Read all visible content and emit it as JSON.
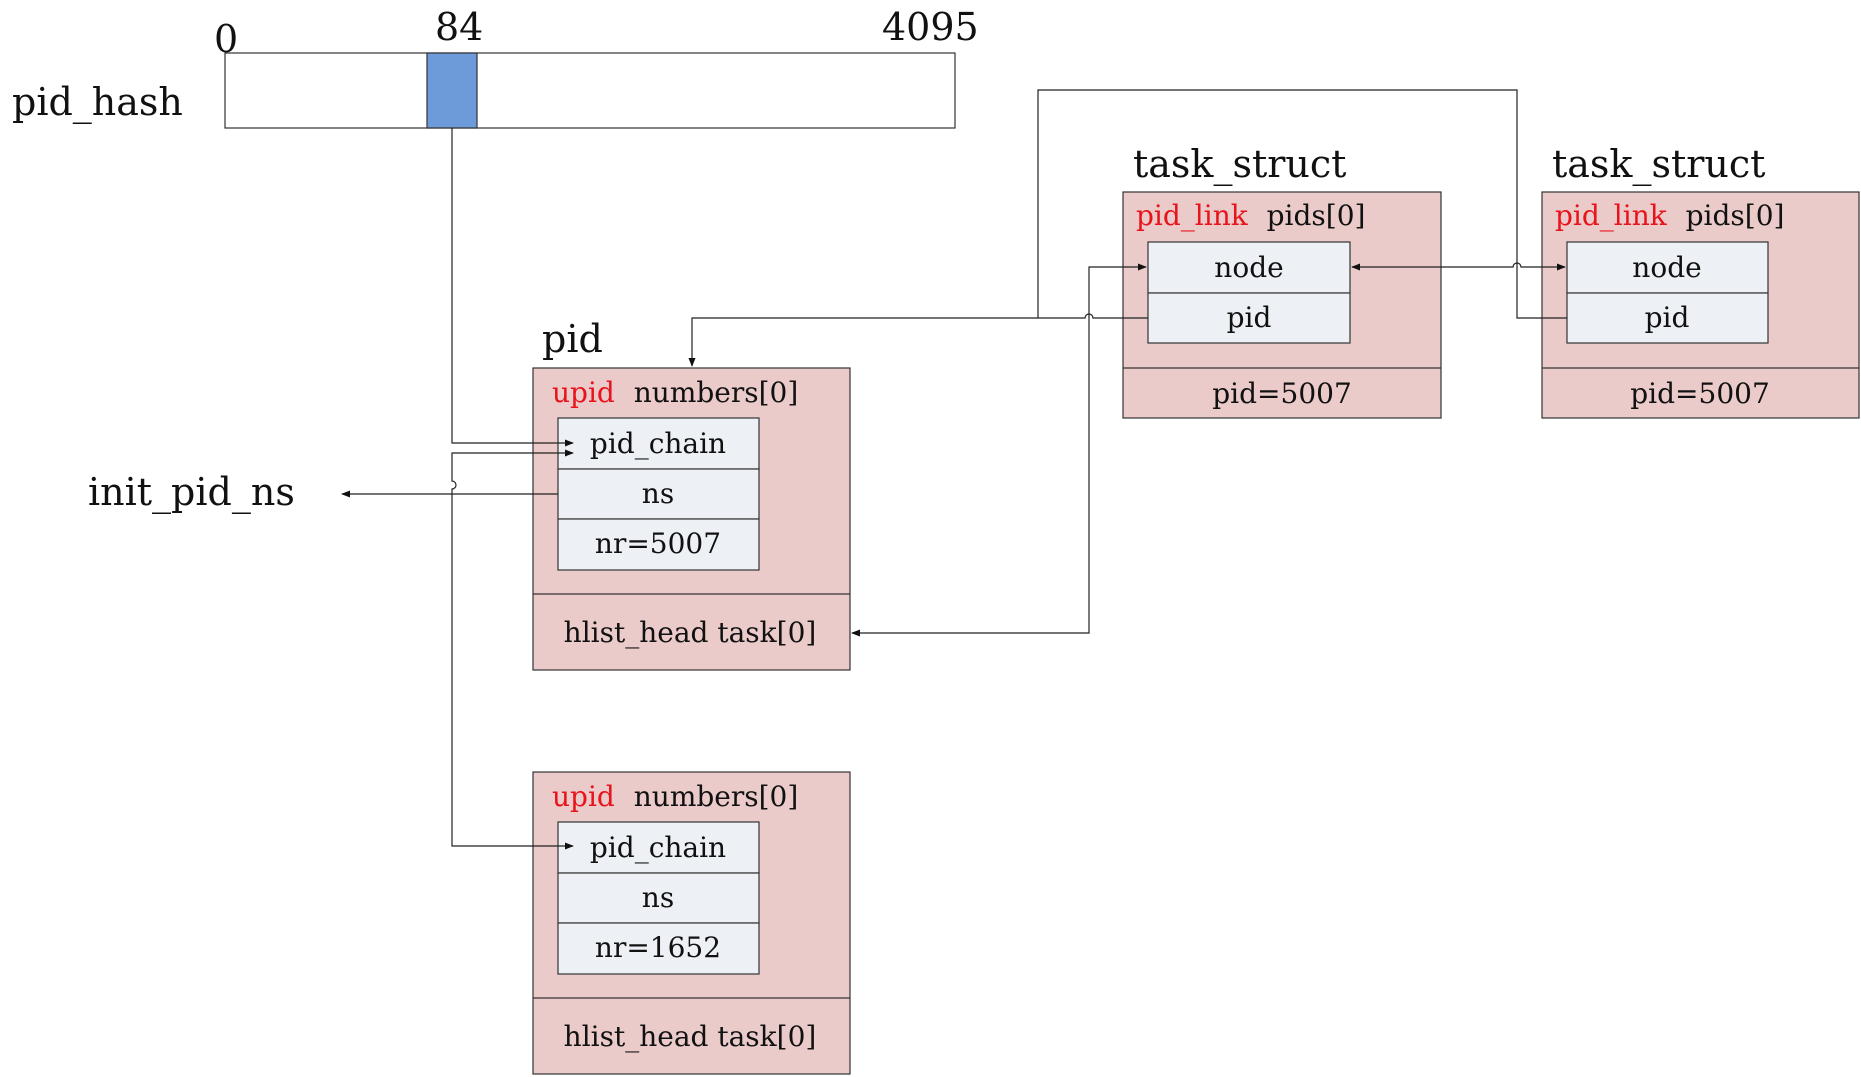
{
  "pid_hash": {
    "label": "pid_hash",
    "index_start": "0",
    "index_selected": "84",
    "index_end": "4095",
    "selected_color": "#6d9bd9"
  },
  "init_pid_ns": {
    "label": "init_pid_ns"
  },
  "pid1": {
    "title": "pid",
    "numbers_type": "upid",
    "numbers_name": "numbers[0]",
    "fields": [
      "pid_chain",
      "ns",
      "nr=5007"
    ],
    "tasks": "hlist_head task[0]"
  },
  "pid2": {
    "numbers_type": "upid",
    "numbers_name": "numbers[0]",
    "fields": [
      "pid_chain",
      "ns",
      "nr=1652"
    ],
    "tasks": "hlist_head task[0]"
  },
  "task1": {
    "title": "task_struct",
    "pids_type": "pid_link",
    "pids_name": "pids[0]",
    "fields": [
      "node",
      "pid"
    ],
    "pid_value": "pid=5007"
  },
  "task2": {
    "title": "task_struct",
    "pids_type": "pid_link",
    "pids_name": "pids[0]",
    "fields": [
      "node",
      "pid"
    ],
    "pid_value": "pid=5007"
  },
  "colors": {
    "struct_fill": "#ebcaca",
    "field_fill": "#edf0f5",
    "type_red": "#e8141c"
  }
}
